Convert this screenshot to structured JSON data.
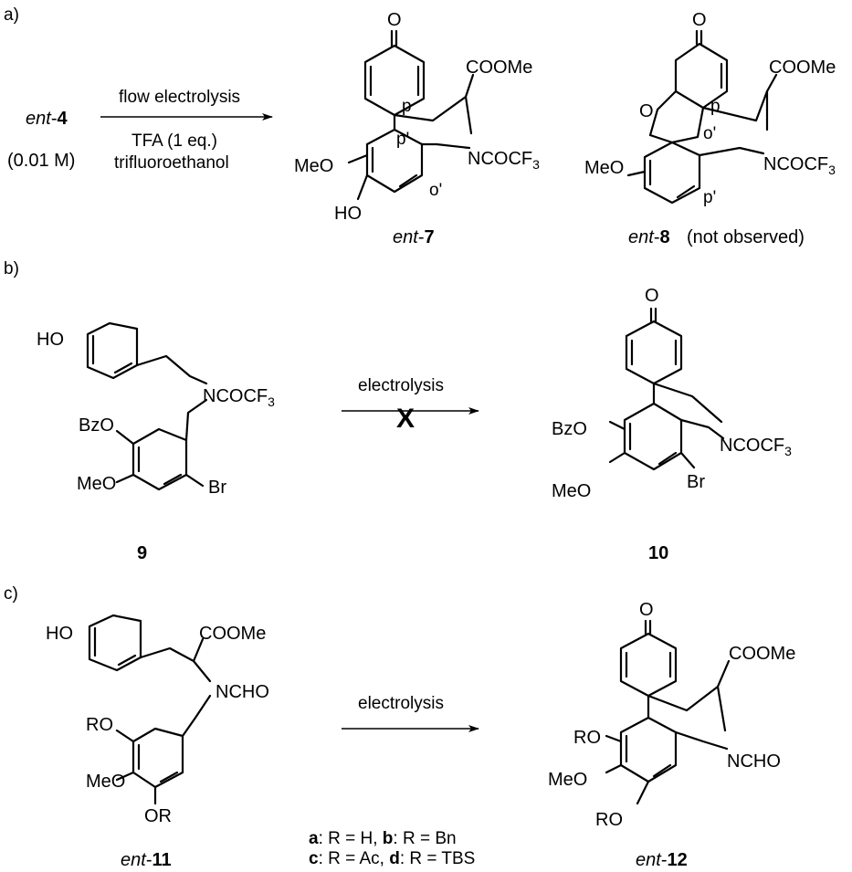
{
  "panels": {
    "a": {
      "label": "a)",
      "start_name": "ent-4",
      "start_name_parts": [
        "ent",
        "4"
      ],
      "concentration": "(0.01 M)",
      "arrow_above": "flow electrolysis",
      "arrow_below_1": "TFA (1 eq.)",
      "arrow_below_2": "trifluoroethanol",
      "product_1": {
        "name_parts": [
          "ent",
          "7"
        ],
        "O": "O",
        "ester": "COOMe",
        "amide": "NCOCF",
        "amide_sub": "3",
        "methoxy": "MeO",
        "hydroxy": "HO",
        "pos_p": "p",
        "pos_p_prime": "p'",
        "pos_o_prime": "o'"
      },
      "product_2": {
        "name_parts": [
          "ent",
          "8"
        ],
        "note": "(not observed)",
        "O": "O",
        "ring_O": "O",
        "ester": "COOMe",
        "amide": "NCOCF",
        "amide_sub": "3",
        "methoxy": "MeO",
        "pos_p": "p",
        "pos_p_prime": "p'",
        "pos_o_prime": "o'"
      }
    },
    "b": {
      "label": "b)",
      "arrow_above": "electrolysis",
      "blocked_mark": "X",
      "start": {
        "name": "9",
        "hydroxy": "HO",
        "amide": "NCOCF",
        "amide_sub": "3",
        "benzoyloxy": "BzO",
        "methoxy": "MeO",
        "bromo": "Br"
      },
      "product": {
        "name": "10",
        "O": "O",
        "benzoyloxy": "BzO",
        "amide": "NCOCF",
        "amide_sub": "3",
        "methoxy": "MeO",
        "bromo": "Br"
      }
    },
    "c": {
      "label": "c)",
      "arrow_above": "electrolysis",
      "start": {
        "name_parts": [
          "ent",
          "11"
        ],
        "hydroxy": "HO",
        "ester": "COOMe",
        "amide": "NCHO",
        "ro_top": "RO",
        "methoxy": "MeO",
        "ro_bottom": "OR"
      },
      "variants_line_1": [
        {
          "key": "a",
          "text": ": R = H, "
        },
        {
          "key": "b",
          "text": ": R = Bn"
        }
      ],
      "variants_line_2": [
        {
          "key": "c",
          "text": ": R = Ac, "
        },
        {
          "key": "d",
          "text": ": R = TBS"
        }
      ],
      "product": {
        "name_parts": [
          "ent",
          "12"
        ],
        "O": "O",
        "ester": "COOMe",
        "amide": "NCHO",
        "ro_top": "RO",
        "methoxy": "MeO",
        "ro_bottom": "RO"
      }
    }
  }
}
